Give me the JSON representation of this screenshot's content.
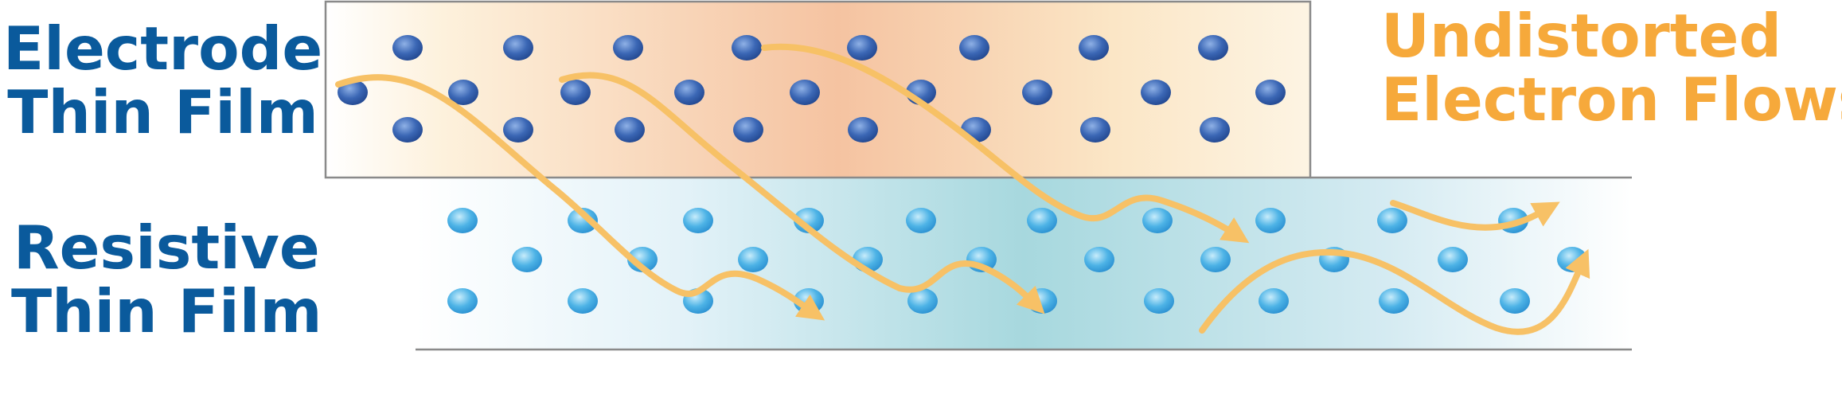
{
  "labels": {
    "electrode": {
      "line1": "Electrode",
      "line2": "Thin Film"
    },
    "resistive": {
      "line1": "Resistive",
      "line2": "Thin Film"
    },
    "flows": {
      "line1": "Undistorted",
      "line2": "Electron Flows"
    }
  },
  "colors": {
    "label_blue": "#0a5a9c",
    "label_orange": "#f6a93b",
    "arrow": "#f7c166",
    "electrode_particle": "#2e5aa8",
    "resistive_particle": "#3aa6e0",
    "electrode_band_center": "#f4c3a0",
    "resistive_band_center": "#a8d9df"
  }
}
